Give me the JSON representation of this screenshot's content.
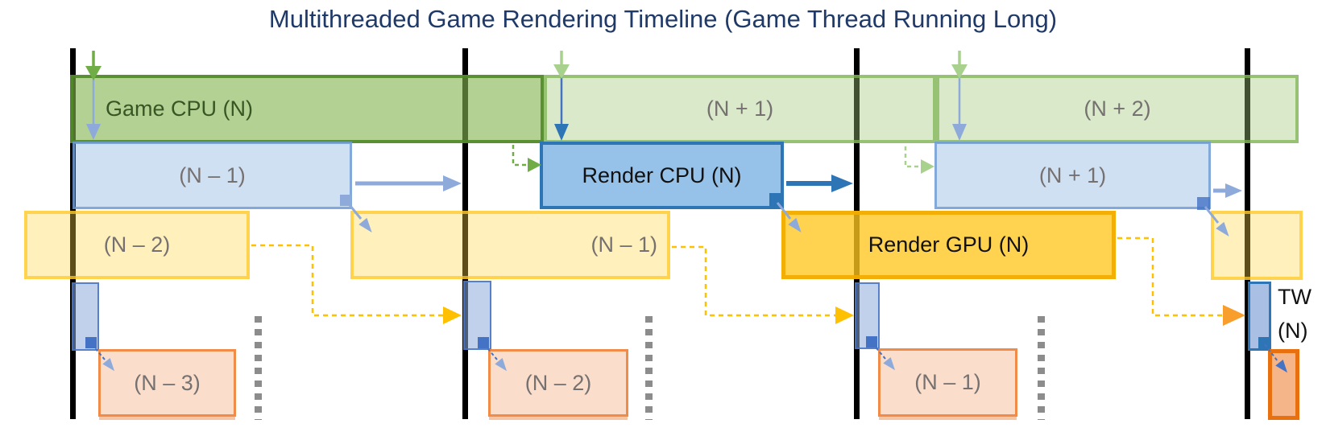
{
  "title": "Multithreaded Game Rendering Timeline (Game Thread Running Long)",
  "rows": {
    "game_cpu": {
      "bars": [
        {
          "label": "Game CPU (N)"
        },
        {
          "label": "(N + 1)"
        },
        {
          "label": "(N + 2)"
        }
      ]
    },
    "render_cpu": {
      "bars": [
        {
          "label": "(N – 1)"
        },
        {
          "label": "Render CPU (N)"
        },
        {
          "label": "(N + 1)"
        }
      ]
    },
    "render_gpu": {
      "bars": [
        {
          "label": "(N – 2)"
        },
        {
          "label": "(N – 1)"
        },
        {
          "label": "Render GPU (N)"
        },
        {
          "label": ""
        }
      ]
    },
    "present": {
      "boxes": [
        {
          "label": "(N – 3)"
        },
        {
          "label": "(N – 2)"
        },
        {
          "label": "(N – 1)"
        }
      ],
      "tw": {
        "line1": "TW",
        "line2": "(N)"
      }
    }
  },
  "colors": {
    "title_text": "#1f3a68",
    "frame_line": "#000000",
    "game_active_text": "#375623",
    "render_cpu_active_border": "#2e75b6",
    "tw_border": "#e8700e",
    "label_gray": "#767171",
    "arrow_green": "#70ad47",
    "arrow_green_light": "#a9d18e",
    "arrow_blue_dark": "#2e75b6",
    "arrow_blue_mid": "#4472c4",
    "arrow_blue_light": "#8eaadb",
    "arrow_gold": "#ffc000",
    "dotted_gray": "#8c8c8c"
  }
}
